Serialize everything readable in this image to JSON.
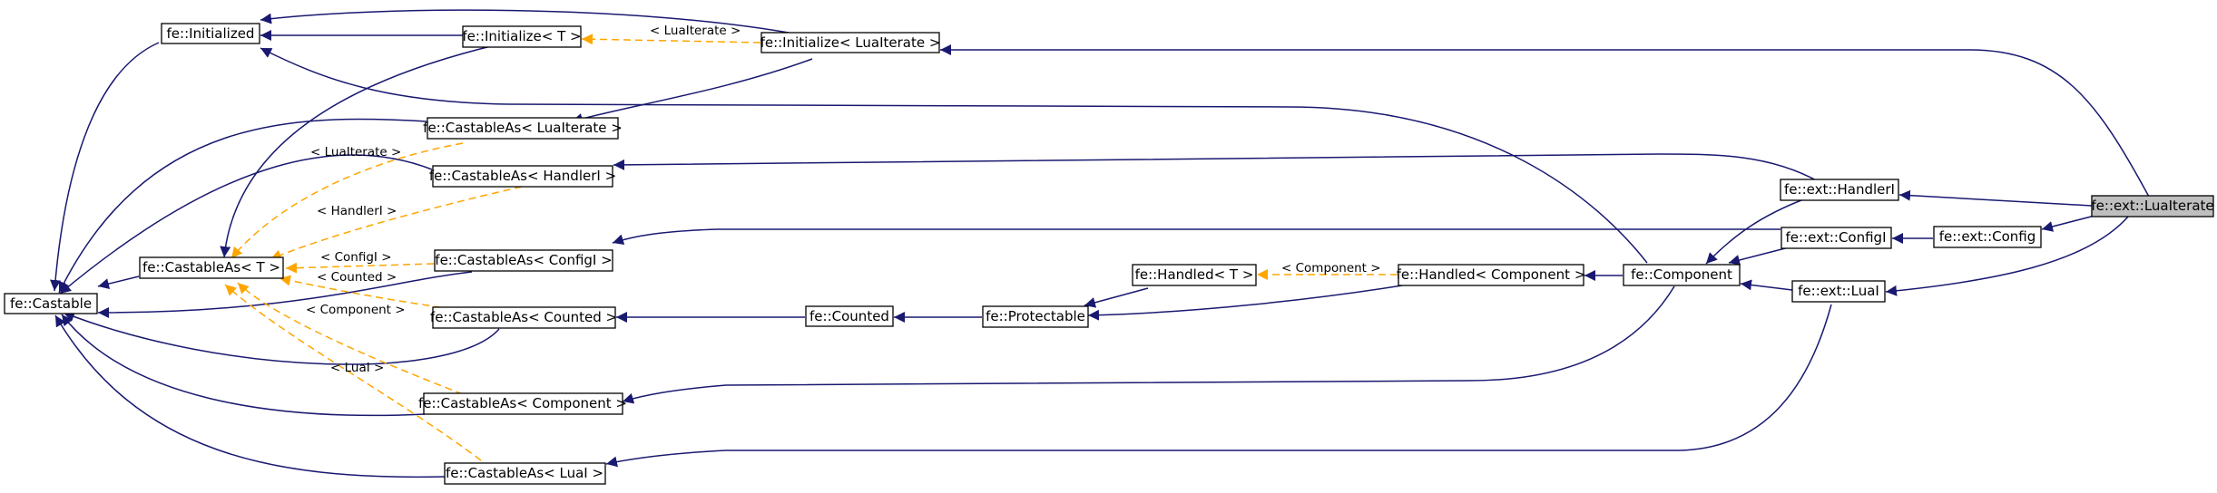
{
  "nodes": {
    "castable": "fe::Castable",
    "initialized": "fe::Initialized",
    "initialize_t": "fe::Initialize< T >",
    "initialize_lua": "fe::Initialize< LuaIterate >",
    "castableas_t": "fe::CastableAs< T >",
    "castableas_lua": "fe::CastableAs< LuaIterate >",
    "castableas_handleri": "fe::CastableAs< HandlerI >",
    "castableas_configi": "fe::CastableAs< ConfigI >",
    "castableas_counted": "fe::CastableAs< Counted >",
    "castableas_component": "fe::CastableAs< Component >",
    "castableas_luai": "fe::CastableAs< LuaI >",
    "counted": "fe::Counted",
    "protectable": "fe::Protectable",
    "handled_t": "fe::Handled< T >",
    "handled_component": "fe::Handled< Component >",
    "component": "fe::Component",
    "handleri": "fe::ext::HandlerI",
    "configi": "fe::ext::ConfigI",
    "luai": "fe::ext::LuaI",
    "config": "fe::ext::Config",
    "luaiterate": "fe::ext::LuaIterate"
  },
  "edge_labels": {
    "luaiterate": "< LuaIterate >",
    "luaiterate_castable": "< LuaIterate >",
    "handleri": "< HandlerI >",
    "configi": "< ConfigI >",
    "counted": "< Counted >",
    "component_castable": "< Component >",
    "luai": "< LuaI >",
    "component_handled": "< Component >"
  },
  "colors": {
    "inheritance_edge": "#191970",
    "template_edge": "#ffa500",
    "focus_node_fill": "#bfbfbf"
  }
}
